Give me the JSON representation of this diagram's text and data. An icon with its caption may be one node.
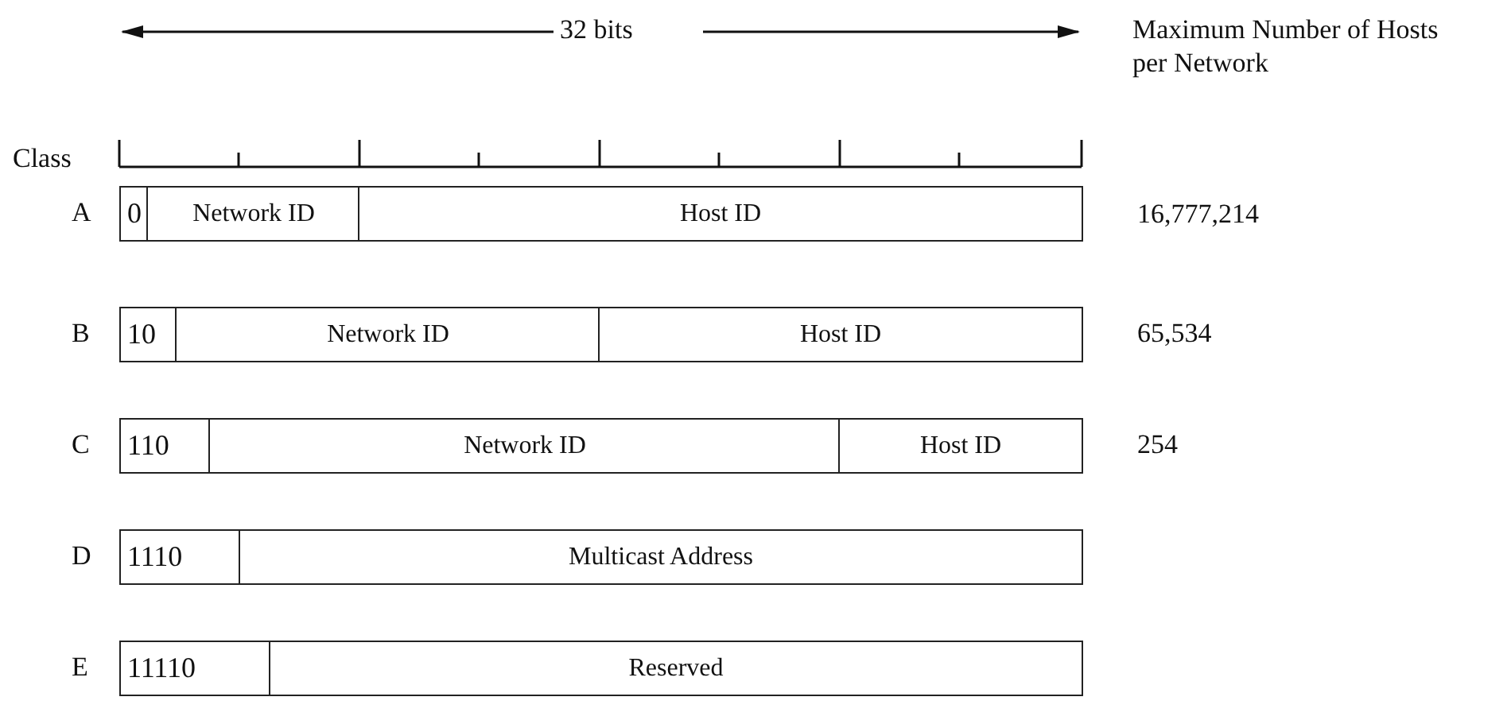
{
  "diagram": {
    "nodes": [
      {
        "text": [
          "0"
        ]
      },
      {
        "text": [
          "Network ID"
        ]
      },
      {
        "text": [
          "Host ID"
        ]
      },
      {
        "text": [
          "10"
        ]
      },
      {
        "text": [
          "Network ID"
        ]
      },
      {
        "text": [
          "Host ID"
        ]
      },
      {
        "text": [
          "110"
        ]
      },
      {
        "text": [
          "Network ID"
        ]
      },
      {
        "text": [
          "Host ID"
        ]
      },
      {
        "text": [
          "1110"
        ]
      },
      {
        "text": [
          "Multicast Address"
        ]
      },
      {
        "text": [
          "11110"
        ]
      },
      {
        "text": [
          "Reserved"
        ]
      }
    ],
    "edges": [],
    "labels": [
      "32 bits",
      "Maximum Number of Hosts per Network",
      "Class",
      "A",
      "16,777,214",
      "B",
      "65,534",
      "C",
      "254",
      "D",
      "E"
    ]
  }
}
